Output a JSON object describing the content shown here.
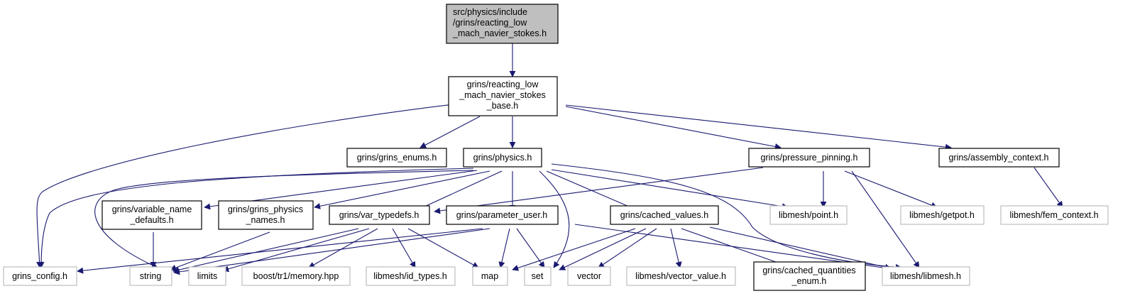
{
  "graph": {
    "nodes": {
      "root": [
        "src/physics/include",
        "/grins/reacting_low",
        "_mach_navier_stokes.h"
      ],
      "base": [
        "grins/reacting_low",
        "_mach_navier_stokes",
        "_base.h"
      ],
      "enums": [
        "grins/grins_enums.h"
      ],
      "physics": [
        "grins/physics.h"
      ],
      "pressure": [
        "grins/pressure_pinning.h"
      ],
      "assembly": [
        "grins/assembly_context.h"
      ],
      "varname": [
        "grins/variable_name",
        "_defaults.h"
      ],
      "physnames": [
        "grins/grins_physics",
        "_names.h"
      ],
      "vartypedefs": [
        "grins/var_typedefs.h"
      ],
      "paramuser": [
        "grins/parameter_user.h"
      ],
      "cached": [
        "grins/cached_values.h"
      ],
      "point": [
        "libmesh/point.h"
      ],
      "getpot": [
        "libmesh/getpot.h"
      ],
      "femctx": [
        "libmesh/fem_context.h"
      ],
      "config": [
        "grins_config.h"
      ],
      "string": [
        "string"
      ],
      "limits": [
        "limits"
      ],
      "memory": [
        "boost/tr1/memory.hpp"
      ],
      "idtypes": [
        "libmesh/id_types.h"
      ],
      "map": [
        "map"
      ],
      "set": [
        "set"
      ],
      "vector": [
        "vector"
      ],
      "vecval": [
        "libmesh/vector_value.h"
      ],
      "cachedq": [
        "grins/cached_quantities",
        "_enum.h"
      ],
      "libmesh": [
        "libmesh/libmesh.h"
      ]
    },
    "edge_color": "#191970",
    "root_fill": "#bfbfbf",
    "external_border": "#bfbfbf"
  }
}
